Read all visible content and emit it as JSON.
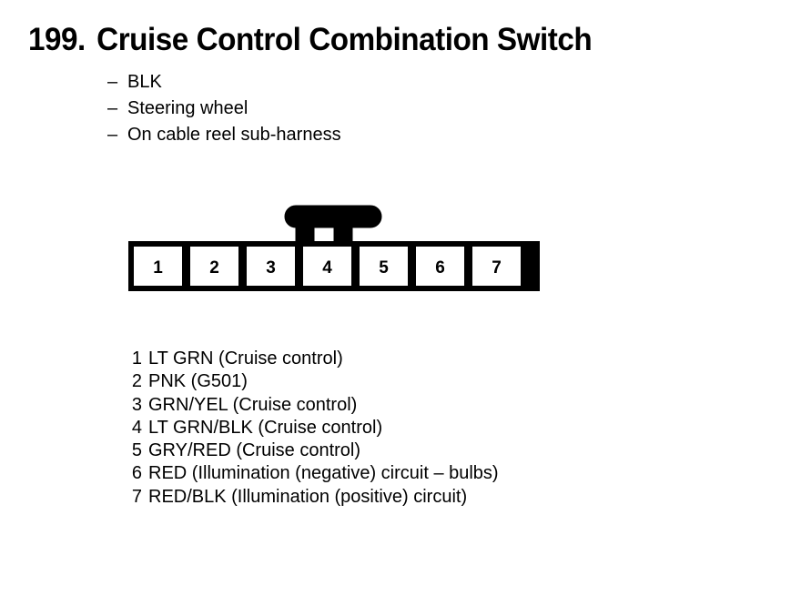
{
  "title": {
    "number": "199.",
    "text": "Cruise Control Combination Switch"
  },
  "bullets": [
    {
      "marker": "–",
      "text": "BLK"
    },
    {
      "marker": "–",
      "text": "Steering wheel"
    },
    {
      "marker": "–",
      "text": "On cable reel sub-harness"
    }
  ],
  "connector": {
    "name": "7-pin connector",
    "pin_count": 7,
    "pin_labels": [
      "1",
      "2",
      "3",
      "4",
      "5",
      "6",
      "7"
    ],
    "latch_tab_over_pin": "4",
    "line_color": "#000000",
    "fill_color": "#ffffff"
  },
  "pins": [
    {
      "number": "1",
      "description": "LT GRN (Cruise control)"
    },
    {
      "number": "2",
      "description": "PNK (G501)"
    },
    {
      "number": "3",
      "description": "GRN/YEL (Cruise control)"
    },
    {
      "number": "4",
      "description": "LT GRN/BLK (Cruise control)"
    },
    {
      "number": "5",
      "description": "GRY/RED (Cruise control)"
    },
    {
      "number": "6",
      "description": "RED (Illumination (negative) circuit – bulbs)"
    },
    {
      "number": "7",
      "description": "RED/BLK (Illumination (positive) circuit)"
    }
  ]
}
